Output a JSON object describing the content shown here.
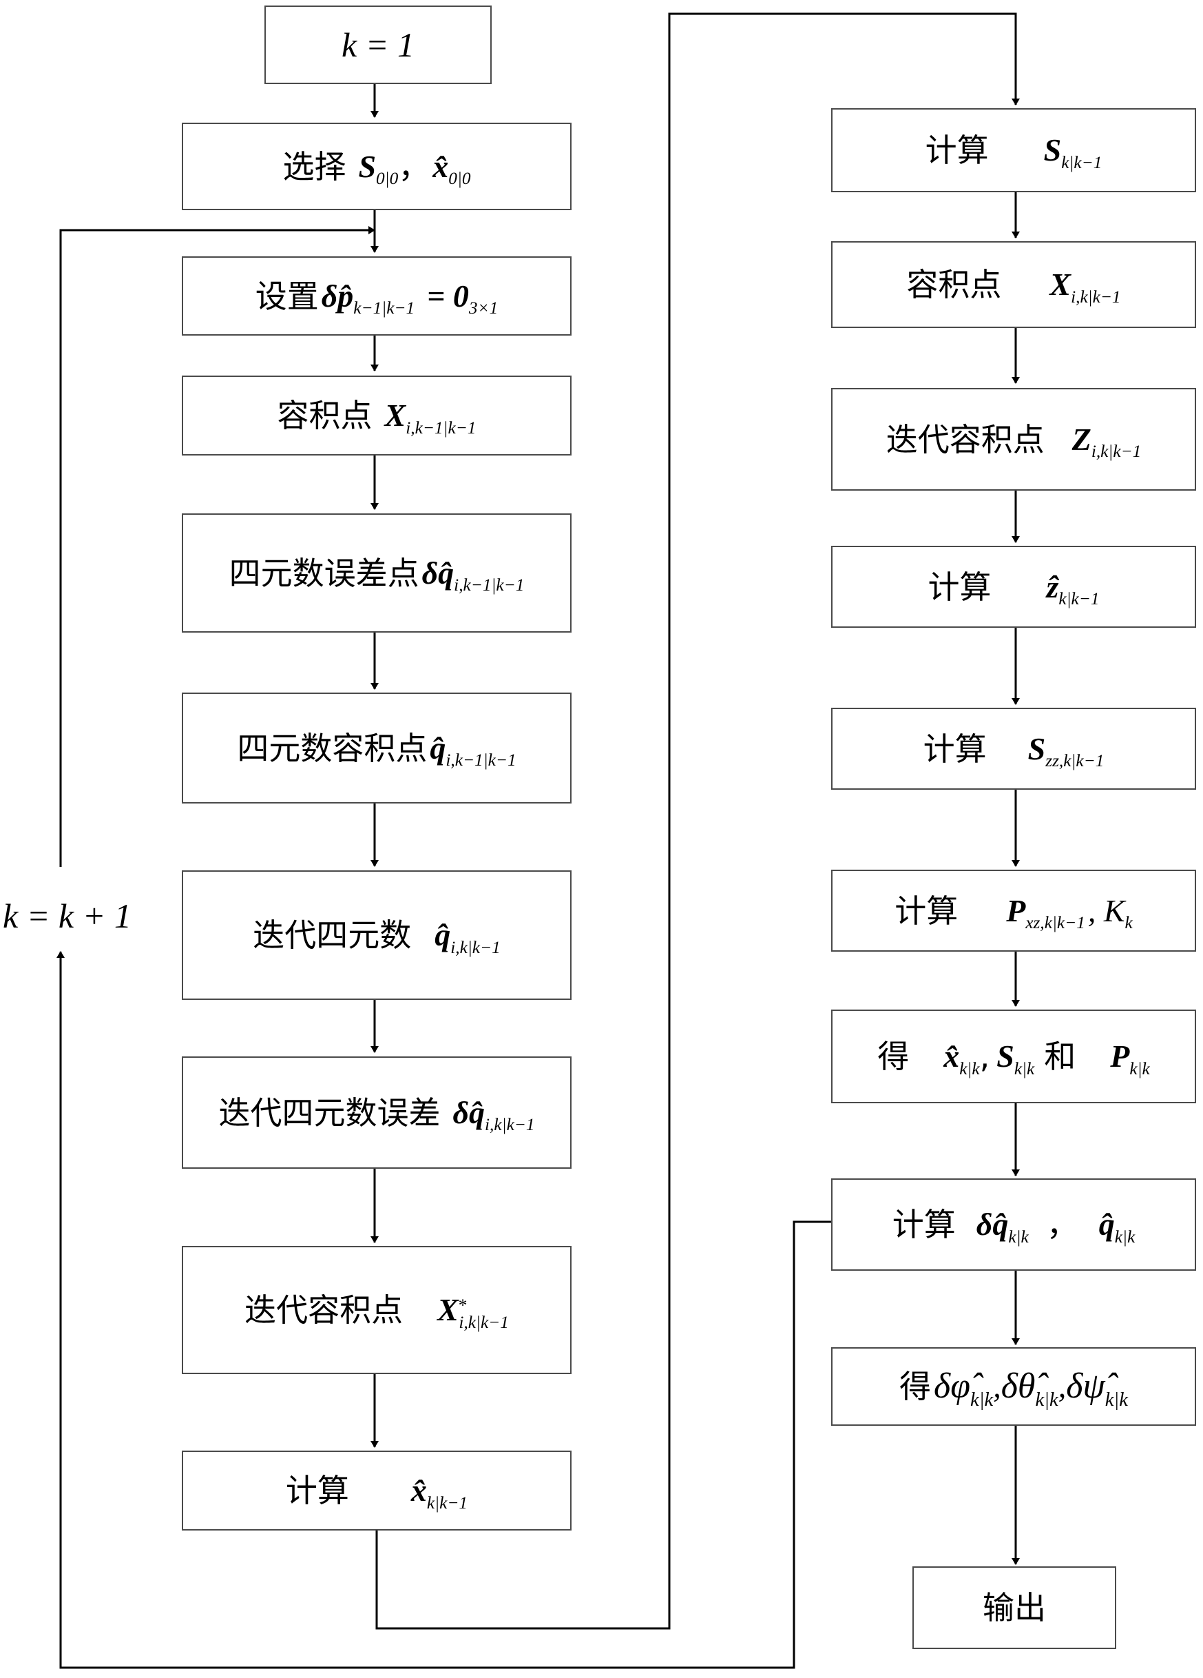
{
  "labels": {
    "xuanze": "选择",
    "shezhi": "设置",
    "rongjidian": "容积点",
    "siyuanshu_wucha_dian": "四元数误差点",
    "siyuanshu_rongjidian": "四元数容积点",
    "diedai_siyuanshu": "迭代四元数",
    "diedai_siyuanshu_wucha": "迭代四元数误差",
    "diedai_rongjidian": "迭代容积点",
    "jisuan": "计算",
    "de": "得",
    "he": "和",
    "shuchu": "输出"
  },
  "math": {
    "k_eq_1": "k = 1",
    "S": "S",
    "x_hat": "x̂",
    "sub_00": "0|0",
    "comma_cn": "，",
    "comma_cn2": ",",
    "dp_hat": "δp̂",
    "sub_km1_km1": "k−1|k−1",
    "eq_zero": "= 0",
    "sub_3x1": "3×1",
    "X": "X",
    "sub_i_km1_km1": "i,k−1|k−1",
    "dq_hat": "δq̂",
    "q_hat": "q̂",
    "sub_i_k_km1": "i,k|k−1",
    "sup_star": "*",
    "sub_k_km1": "k|k−1",
    "Z": "Z",
    "z_hat": "ẑ",
    "sub_zz_k_km1": "zz,k|k−1",
    "P": "P",
    "sub_xz_k_km1": "xz,k|k−1",
    "comma_K": ", K",
    "sub_k": "k",
    "sub_kk": "k|k",
    "comma_space": "，",
    "d_phi": "δφ̂",
    "d_theta": "δθ̂",
    "d_psi": "δψ̂",
    "comma": ",",
    "loop_label": "k = k + 1"
  }
}
